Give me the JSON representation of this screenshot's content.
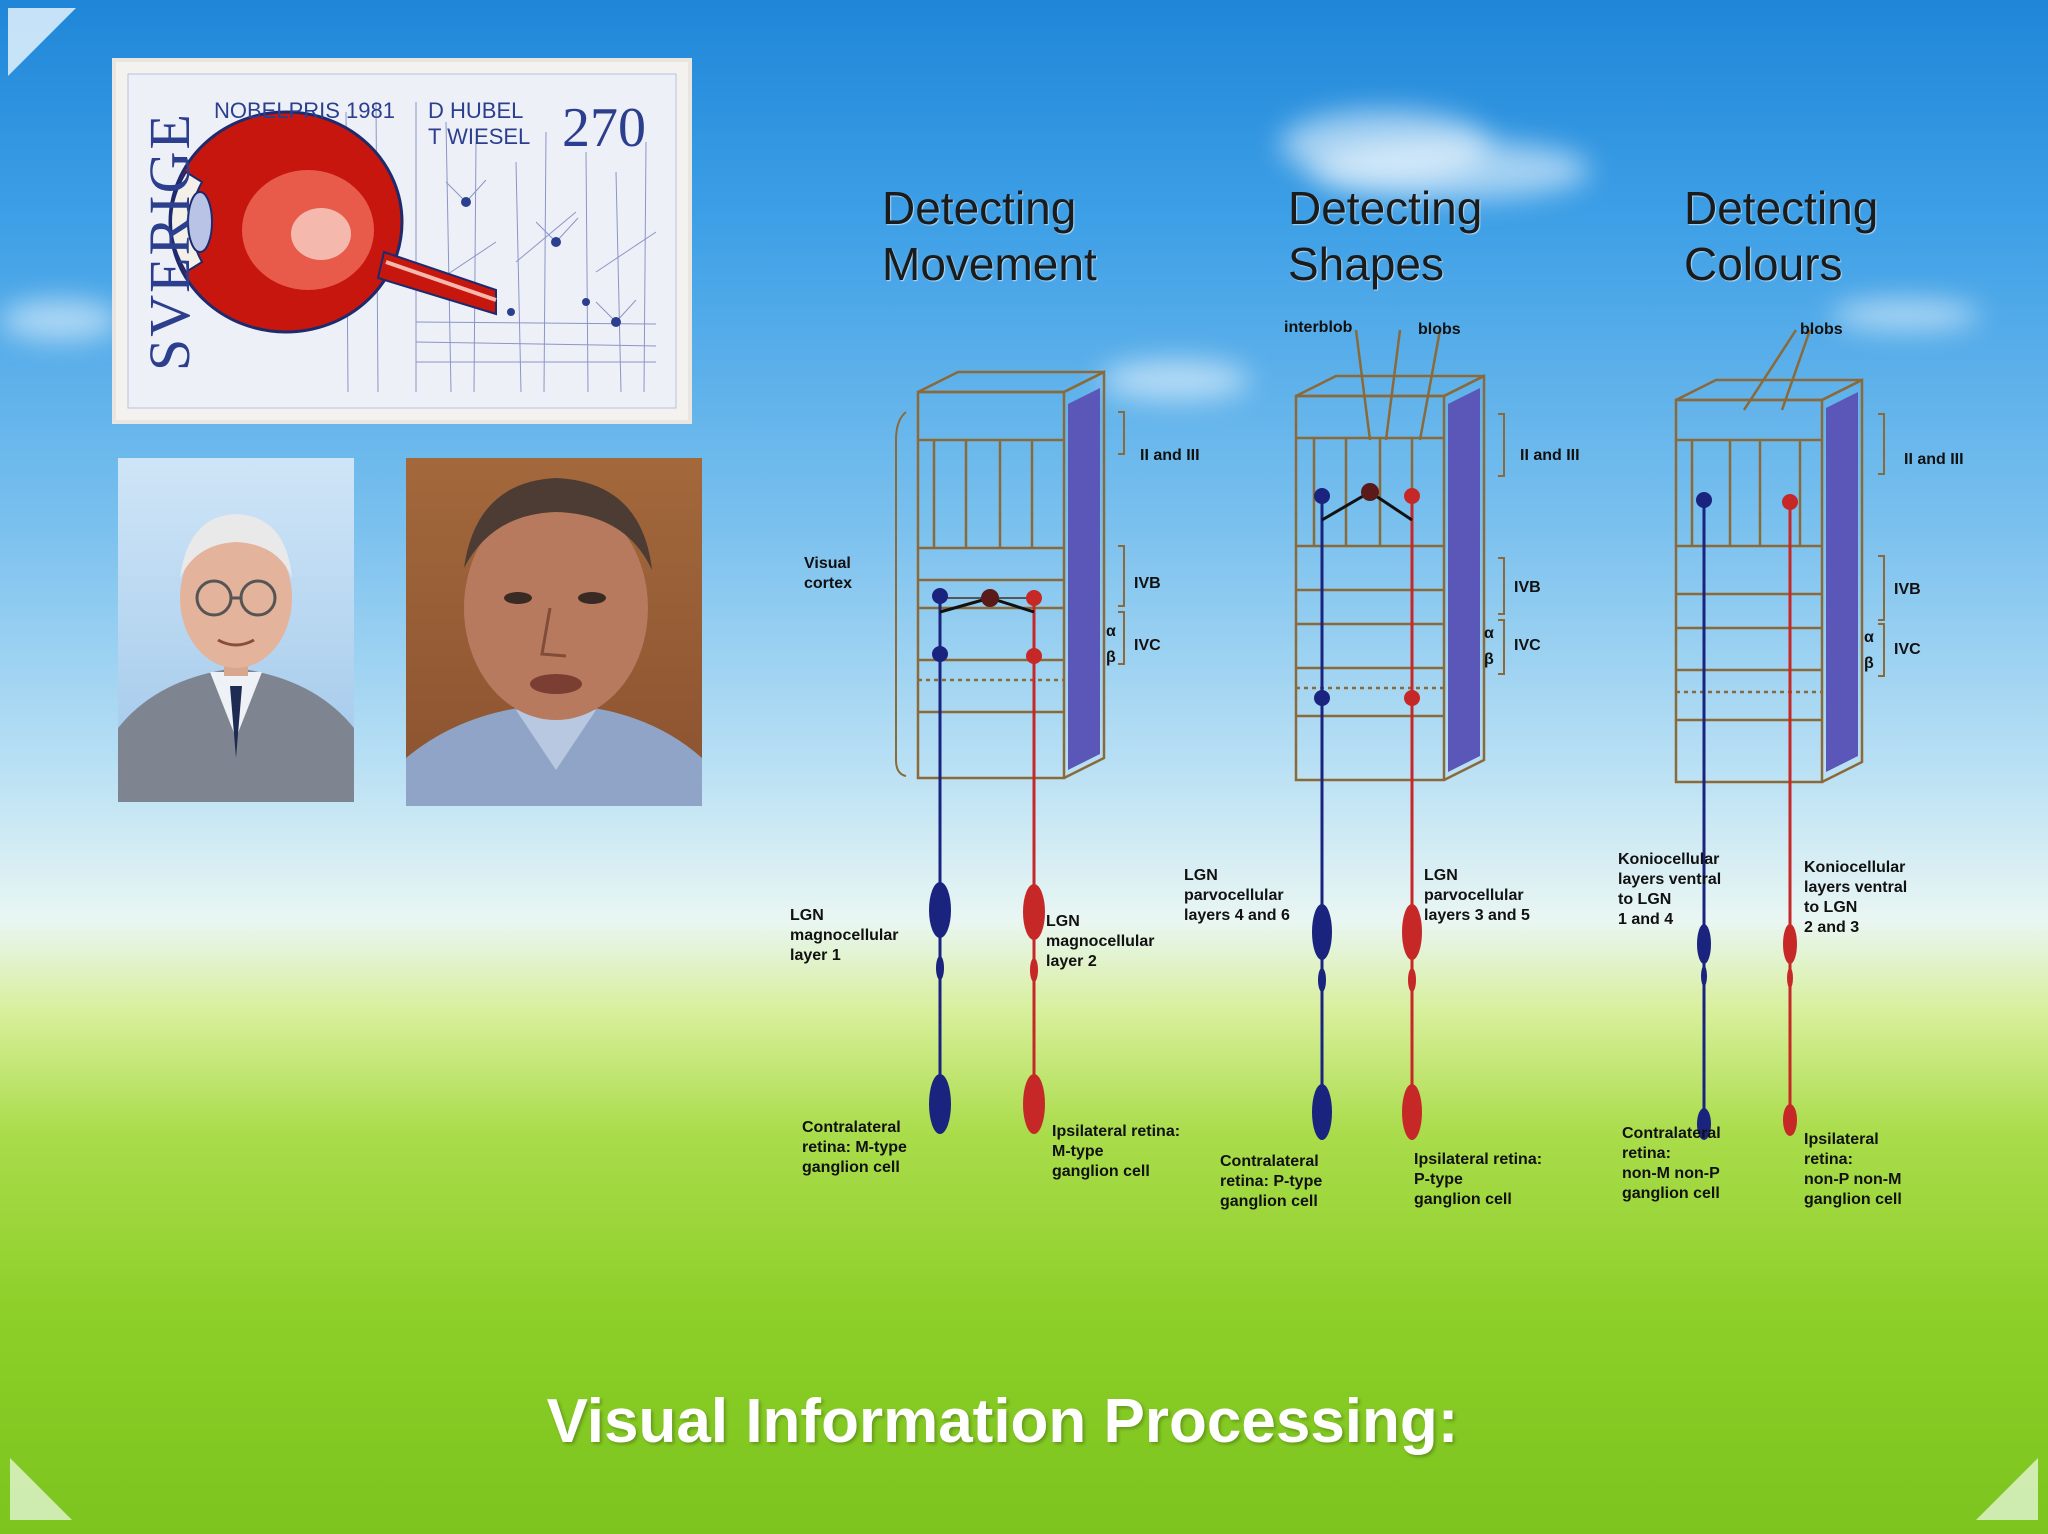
{
  "stamp": {
    "country": "SVERIGE",
    "prize": "NOBELPRIS 1981",
    "laureate1": "D HUBEL",
    "laureate2": "T WIESEL",
    "value": "2",
    "value_small": "70"
  },
  "columns": [
    {
      "title_line1": "Detecting",
      "title_line2": "Movement"
    },
    {
      "title_line1": "Detecting",
      "title_line2": "Shapes"
    },
    {
      "title_line1": "Detecting",
      "title_line2": "Colours"
    }
  ],
  "labels": {
    "visual_cortex": "Visual\ncortex",
    "layer_2_3": "II and III",
    "layer_4b": "IVB",
    "layer_4c": "IVC",
    "alpha": "α",
    "beta": "β",
    "interblob": "interblob",
    "blobs": "blobs",
    "lgn_magno_1": "LGN\nmagnocellular\nlayer 1",
    "lgn_magno_2": "LGN\nmagnocellular\nlayer 2",
    "lgn_parvo_46": "LGN\nparvocellular\nlayers 4 and 6",
    "lgn_parvo_35": "LGN\nparvocellular\nlayers 3 and 5",
    "konio_14": "Koniocellular\nlayers ventral\nto LGN\n1 and 4",
    "konio_23": "Koniocellular\nlayers ventral\nto LGN\n2 and 3",
    "contra_m": "Contralateral\nretina: M-type\nganglion cell",
    "ipsi_m": "Ipsilateral retina:\nM-type\nganglion cell",
    "contra_p": "Contralateral\nretina: P-type\nganglion cell",
    "ipsi_p": "Ipsilateral retina:\nP-type\nganglion cell",
    "contra_nonm": "Contralateral\nretina:\nnon-M non-P\nganglion cell",
    "ipsi_nonp": "Ipsilateral\nretina:\nnon-P non-M\nganglion cell"
  },
  "colors": {
    "contralateral": "#1a237e",
    "ipsilateral": "#c62828",
    "box_line": "#8a6a3a",
    "side_panel": "#5b57b8"
  },
  "slide_title": "Visual Information Processing:"
}
